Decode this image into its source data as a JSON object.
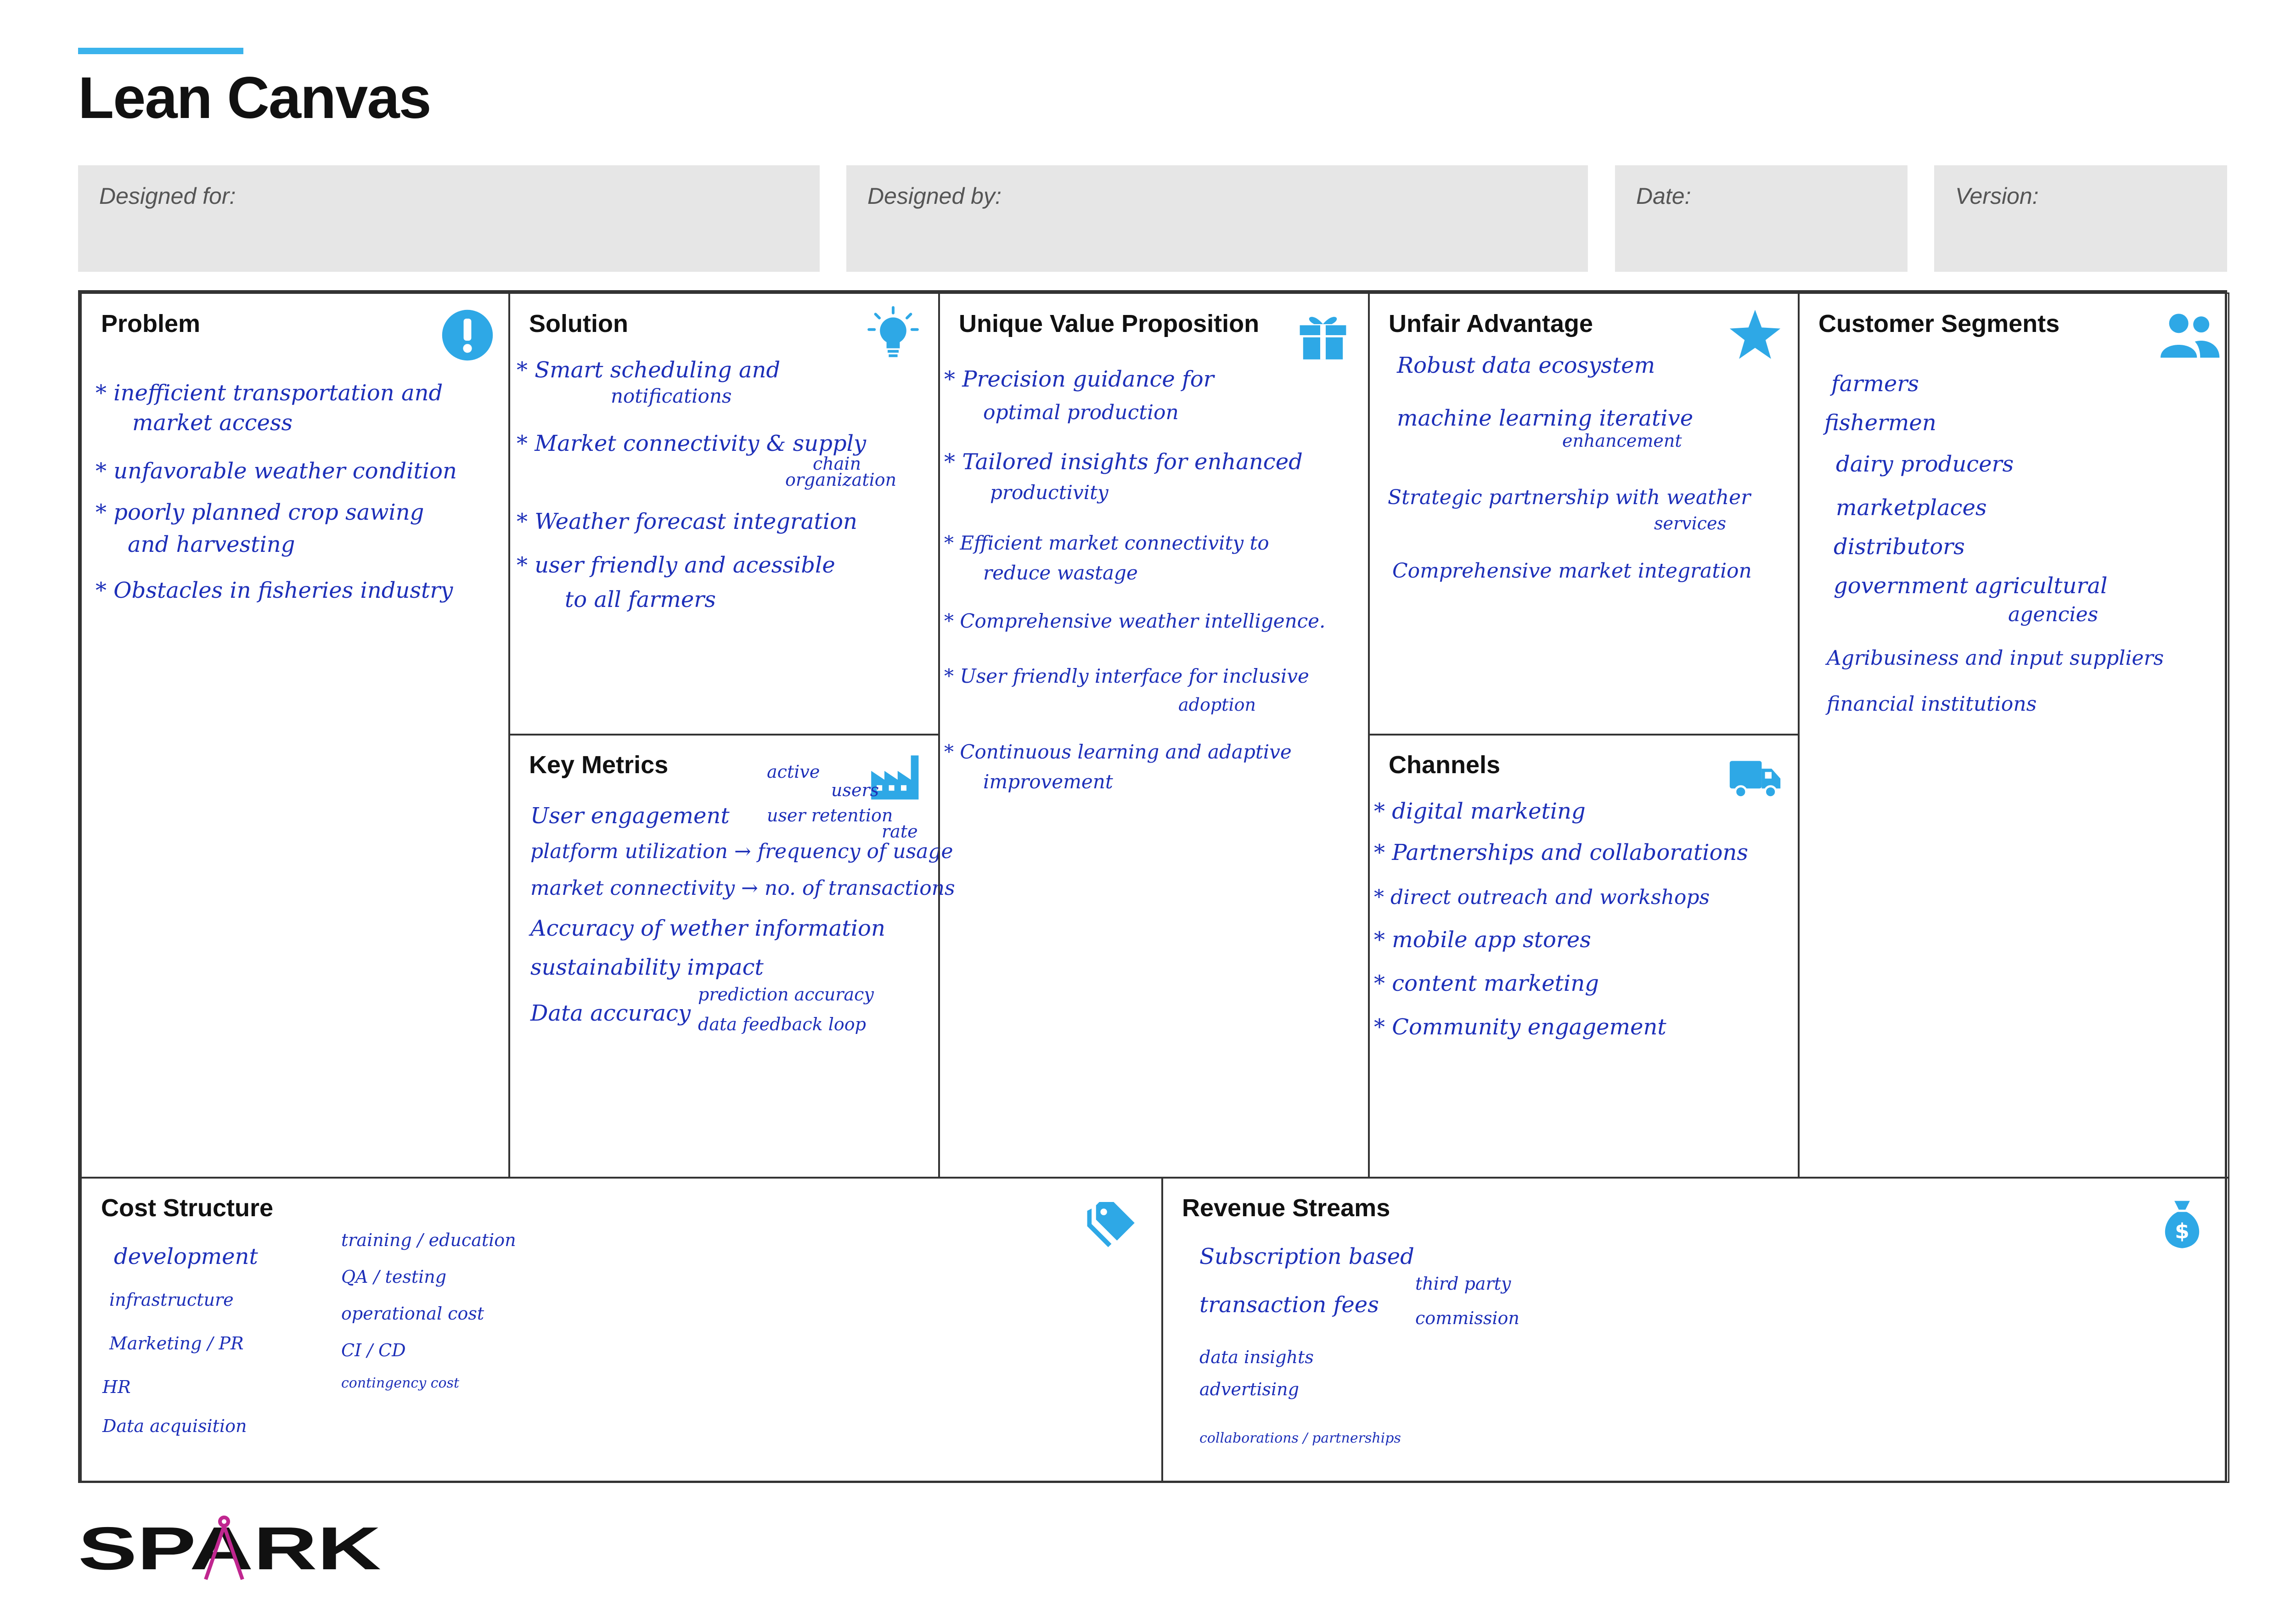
{
  "title": "Lean Canvas",
  "meta": {
    "designed_for": "Designed for:",
    "designed_by": "Designed by:",
    "date": "Date:",
    "version": "Version:"
  },
  "problem": {
    "title": "Problem",
    "items": [
      "* inefficient transportation and",
      "market access",
      "* unfavorable weather condition",
      "* poorly planned crop sawing",
      "and harvesting",
      "* Obstacles in fisheries industry"
    ]
  },
  "solution": {
    "title": "Solution",
    "items": [
      "* Smart scheduling and",
      "notifications",
      "* Market connectivity & supply",
      "chain",
      "organization",
      "* Weather forecast integration",
      "* user friendly and acessible",
      "to all farmers"
    ]
  },
  "uvp": {
    "title": "Unique Value Proposition",
    "items": [
      "* Precision guidance for",
      "optimal production",
      "* Tailored insights for enhanced",
      "productivity",
      "* Efficient market connectivity to",
      "reduce wastage",
      "* Comprehensive weather intelligence.",
      "* User friendly interface for inclusive",
      "adoption",
      "* Continuous learning and adaptive",
      "improvement"
    ]
  },
  "unfair": {
    "title": "Unfair Advantage",
    "items": [
      "Robust data ecosystem",
      "machine learning iterative",
      "enhancement",
      "Strategic partnership with weather",
      "services",
      "Comprehensive market integration"
    ]
  },
  "segments": {
    "title": "Customer Segments",
    "items": [
      "farmers",
      "fishermen",
      "dairy producers",
      "marketplaces",
      "distributors",
      "government agricultural",
      "agencies",
      "Agribusiness and input suppliers",
      "financial institutions"
    ]
  },
  "metrics": {
    "title": "Key Metrics",
    "items": [
      "active",
      "users",
      "User engagement",
      "user retention",
      "rate",
      "platform utilization → frequency of usage",
      "market connectivity → no. of transactions",
      "Accuracy of wether information",
      "sustainability impact",
      "prediction accuracy",
      "Data accuracy",
      "data feedback loop"
    ]
  },
  "channels": {
    "title": "Channels",
    "items": [
      "* digital marketing",
      "* Partnerships and collaborations",
      "* direct outreach and workshops",
      "* mobile app stores",
      "* content marketing",
      "* Community engagement"
    ]
  },
  "cost": {
    "title": "Cost Structure",
    "items": [
      "development",
      "infrastructure",
      "Marketing / PR",
      "HR",
      "Data acquisition",
      "training / education",
      "QA / testing",
      "operational cost",
      "CI / CD",
      "contingency cost"
    ]
  },
  "revenue": {
    "title": "Revenue Streams",
    "items": [
      "Subscription based",
      "transaction fees",
      "third party",
      "commission",
      "data insights",
      "advertising",
      "collaborations / partnerships"
    ]
  },
  "logo": {
    "text": "SPARK"
  },
  "colors": {
    "accent": "#3bb3ec",
    "icon": "#2ea8e6",
    "ink": "#1d2fb8",
    "meta_bg": "#e6e6e6"
  },
  "icons": {
    "problem": "exclamation-icon",
    "solution": "lightbulb-icon",
    "uvp": "gift-icon",
    "unfair": "star-icon",
    "segments": "users-icon",
    "metrics": "factory-icon",
    "channels": "truck-icon",
    "cost": "tag-icon",
    "revenue": "money-bag-icon"
  }
}
